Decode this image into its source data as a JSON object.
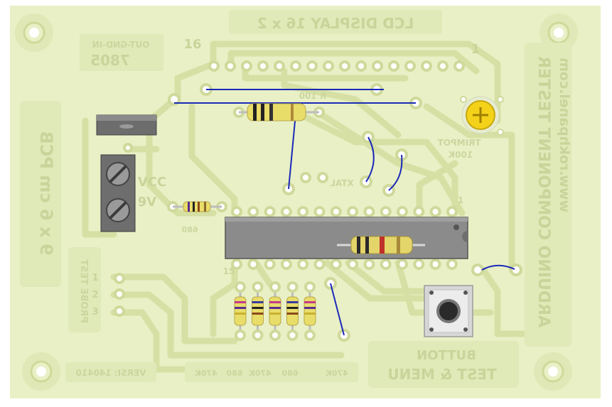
{
  "board": {
    "title_top": "LCD DISPLAY 16 x 2",
    "pin16": "16",
    "pin1": "1",
    "regulator": "7805",
    "regulator_pins": "OUT-GND-IN",
    "vcc": "VCC",
    "vcc_volt": "9V",
    "side_left": "9 x 6 cm PCB",
    "probe": "PROBE TEST",
    "probe_numbers": [
      "1",
      "2",
      "3"
    ],
    "r100": "R 100",
    "trimpot": "TRIMPOT",
    "trimpot_value": "100K",
    "xtal": "XTAL",
    "r680": "680",
    "ic_pin1": "1",
    "ic_pin15": "15",
    "side_right_1": "ARDUINO COMPONENT TESTER",
    "side_right_2": "www.rokhpanel.com",
    "button_1": "BUTTON",
    "button_2": "TEST & MENU",
    "version": "VERSI: 140410",
    "resistor_values": [
      "470K",
      "680",
      "470K",
      "680",
      "470K"
    ]
  },
  "colors": {
    "board": "#e9f0c6",
    "trace": "#d8e2a8",
    "pad": "#cfd99a",
    "jumper": "#1a2ab8",
    "ic": "#8a8a8a"
  }
}
